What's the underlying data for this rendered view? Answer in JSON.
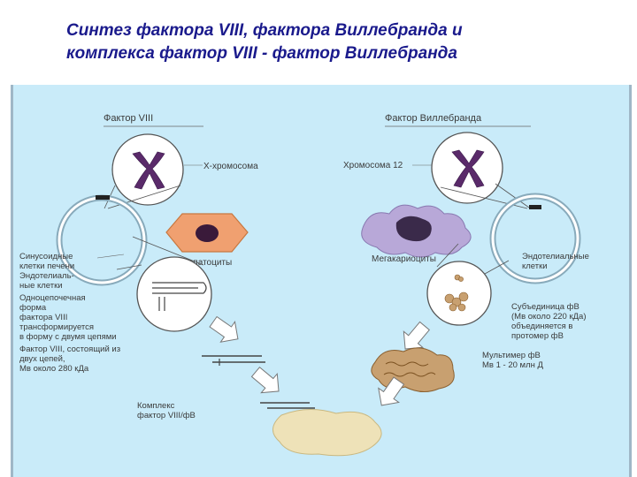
{
  "title": {
    "line1": "Синтез фактора VIII, фактора Виллебранда и",
    "line2": "комплекса фактор VIII - фактор Виллебранда"
  },
  "left": {
    "heading": "Фактор VIII",
    "chromosome": "X-хромосома",
    "cell_label": [
      "Синусоидные",
      "клетки печени",
      "Эндотелиаль-",
      "ные клетки"
    ],
    "hepatocytes": "Гепатоциты",
    "single_chain": [
      "Одноцепочечная",
      "форма",
      "фактора VIII",
      "трансформируется",
      "в форму с двумя цепями"
    ],
    "two_chain": [
      "Фактор VIII, состоящий из",
      "двух цепей,",
      "Мв около 280 кДа"
    ],
    "complex": [
      "Комплекс",
      "фактор VIII/фВ"
    ]
  },
  "right": {
    "heading": "Фактор Виллебранда",
    "chromosome": "Хромосома 12",
    "megakaryocytes": "Мегакариоциты",
    "cell_label": [
      "Эндотелиальные",
      "клетки"
    ],
    "subunit": [
      "Субъединица фВ",
      "(Мв около 220 кДа)",
      "объединяется в",
      "протомер фВ"
    ],
    "multimer": [
      "Мультимер фВ",
      "Мв 1 - 20 млн Д"
    ]
  },
  "colors": {
    "title": "#1a1a8c",
    "panel": "#c9ebf9",
    "chromosome": "#5a2a6a",
    "hepatocyte": "#f0a070",
    "megakaryocyte": "#b8a8d8",
    "multimer": "#c8a070",
    "complex_blob": "#eee2b8"
  }
}
